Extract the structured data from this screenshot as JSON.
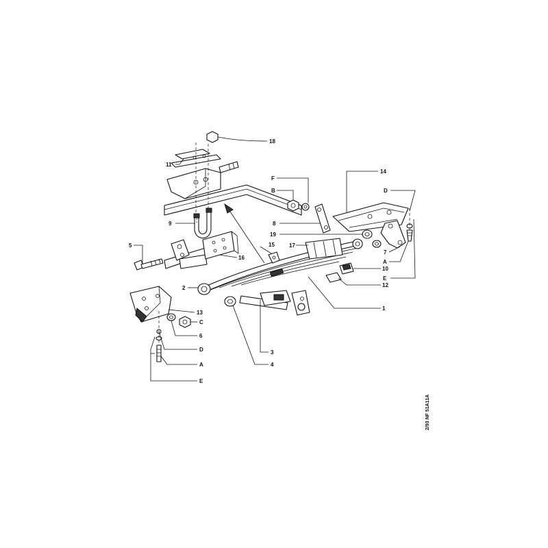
{
  "diagram": {
    "reference": "2/93 NF  51A11A",
    "callouts": {
      "c1": "1",
      "c2": "2",
      "c3": "3",
      "c4": "4",
      "c5": "5",
      "c6": "6",
      "c7": "7",
      "c8": "8",
      "c9": "9",
      "c10": "10",
      "c11": "11",
      "c12": "12",
      "c13": "13",
      "c14": "14",
      "c15": "15",
      "c16": "16",
      "c17": "17",
      "c18": "18",
      "c19": "19",
      "cA_left": "A",
      "cC_left": "C",
      "cD_left": "D",
      "cE_left": "E",
      "cA_right": "A",
      "cB_right": "B",
      "cD_right": "D",
      "cE_right": "E",
      "cF_right": "F"
    }
  }
}
